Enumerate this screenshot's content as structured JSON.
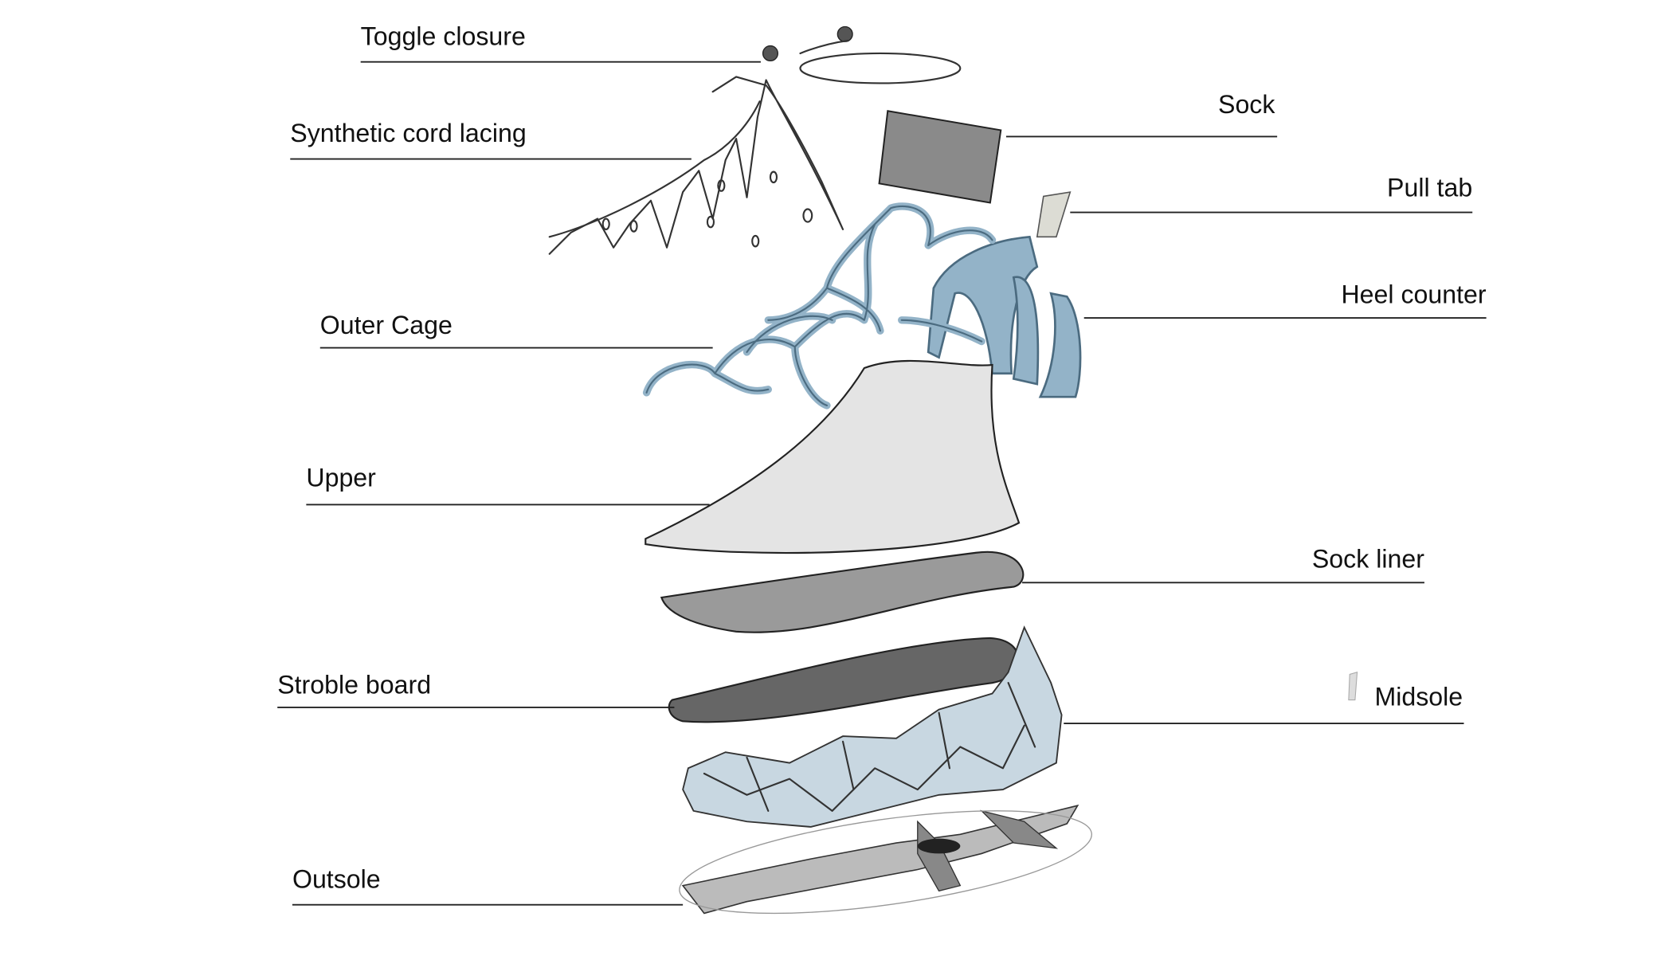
{
  "title": "Exploded shoe diagram",
  "labels": {
    "toggle_closure": "Toggle closure",
    "synthetic_cord_lacing": "Synthetic cord lacing",
    "sock": "Sock",
    "pull_tab": "Pull tab",
    "heel_counter": "Heel counter",
    "outer_cage": "Outer Cage",
    "upper": "Upper",
    "sock_liner": "Sock liner",
    "stroble_board": "Stroble board",
    "midsole": "Midsole",
    "outsole": "Outsole"
  },
  "colors": {
    "cage_blue": "#93b3c8",
    "cage_stroke": "#4b6b80",
    "sock_gray": "#8a8a8a",
    "sock_liner": "#9a9a9a",
    "stroble": "#666666",
    "midsole": "#c8d7e1",
    "upper": "#e4e4e4"
  }
}
